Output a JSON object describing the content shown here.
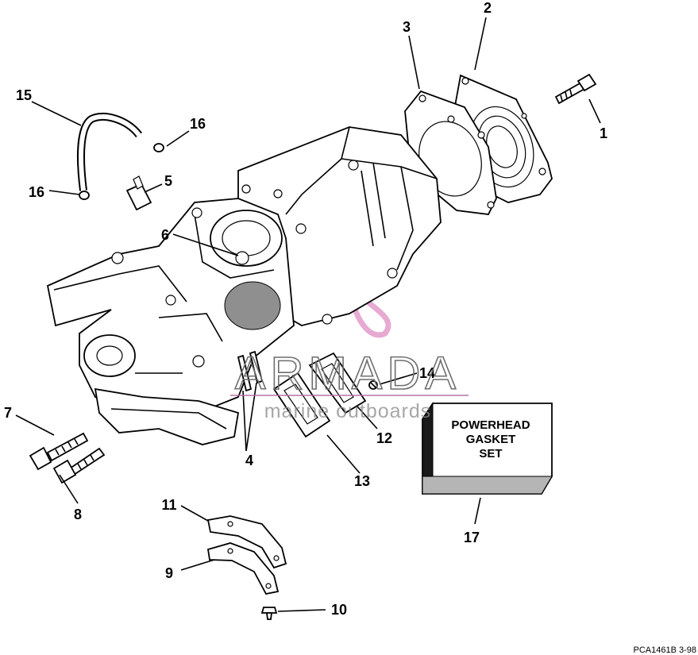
{
  "callouts": {
    "c1": "1",
    "c2": "2",
    "c3": "3",
    "c4": "4",
    "c5": "5",
    "c6": "6",
    "c7": "7",
    "c8": "8",
    "c9": "9",
    "c10": "10",
    "c11": "11",
    "c12": "12",
    "c13": "13",
    "c14": "14",
    "c15": "15",
    "c16a": "16",
    "c16b": "16",
    "c17": "17"
  },
  "gasket_box": {
    "line1": "POWERHEAD",
    "line2": "GASKET",
    "line3": "SET"
  },
  "watermark": {
    "brand": "ARMADA",
    "tagline": "marine outboards",
    "logo": "propeller-logo",
    "color": "#e8a3cf"
  },
  "drawing_code": "PCA1461B  3-98"
}
